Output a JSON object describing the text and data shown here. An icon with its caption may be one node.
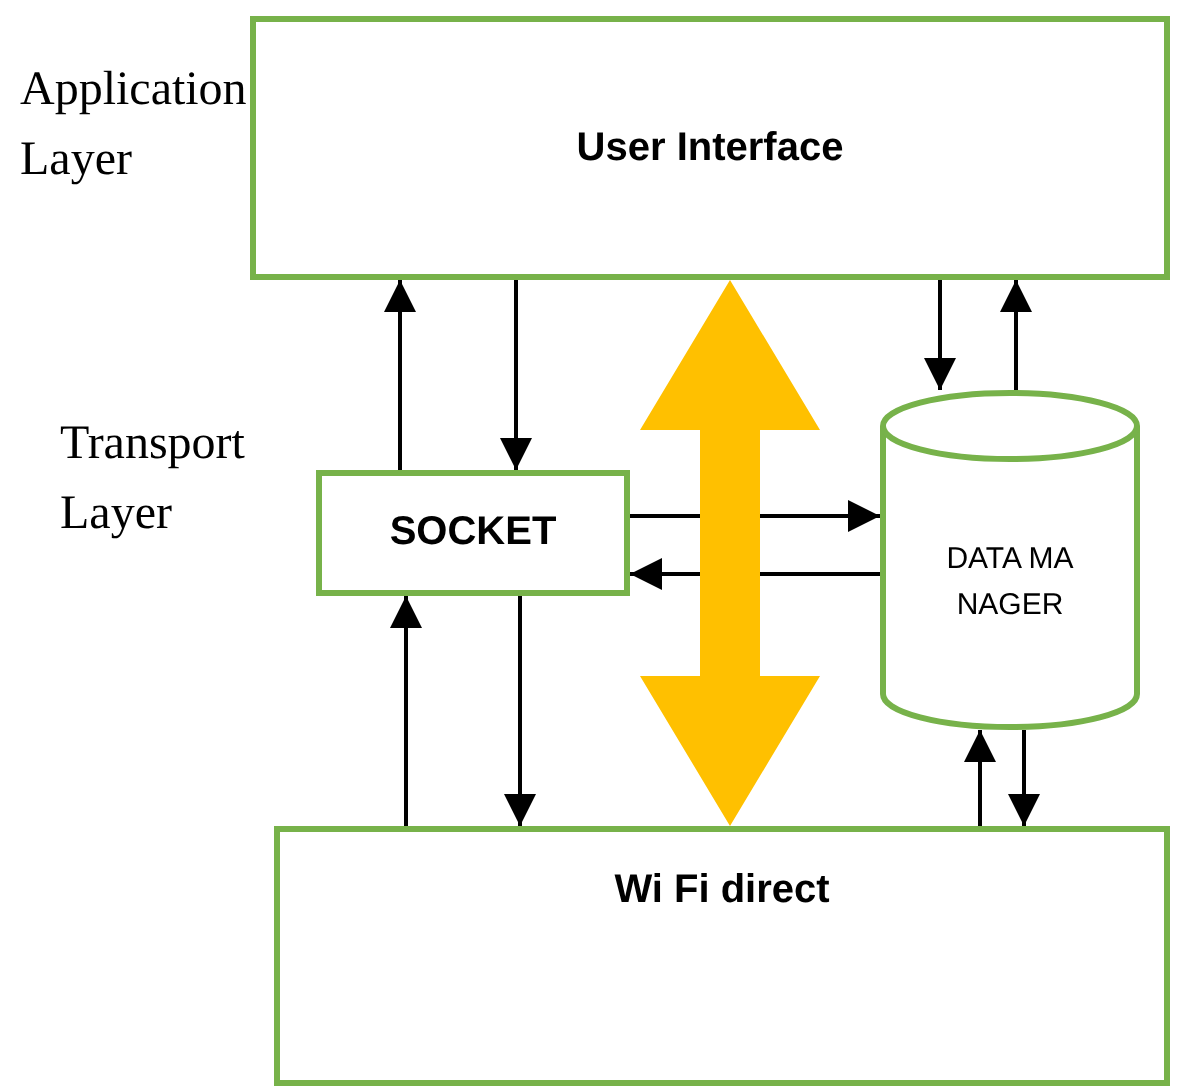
{
  "diagram": {
    "nodes": [
      {
        "text": [
          "User Interface"
        ]
      },
      {
        "text": [
          "SOCKET"
        ]
      },
      {
        "text": [
          "DATA MANAGER"
        ]
      },
      {
        "text": [
          "Wi Fi direct"
        ]
      }
    ],
    "edges": [
      {
        "from": 1,
        "to": 0,
        "arrow": "to"
      },
      {
        "from": 0,
        "to": 1,
        "arrow": "to"
      },
      {
        "from": 0,
        "to": 2,
        "arrow": "to"
      },
      {
        "from": 2,
        "to": 0,
        "arrow": "to"
      },
      {
        "from": 1,
        "to": 2,
        "arrow": "to"
      },
      {
        "from": 2,
        "to": 1,
        "arrow": "to"
      },
      {
        "from": 3,
        "to": 1,
        "arrow": "to"
      },
      {
        "from": 1,
        "to": 3,
        "arrow": "to"
      },
      {
        "from": 3,
        "to": 2,
        "arrow": "to"
      },
      {
        "from": 2,
        "to": 3,
        "arrow": "to"
      },
      {
        "from": 0,
        "to": 3,
        "arrow": "both",
        "style": "thick",
        "color": "#ffc000"
      }
    ],
    "labels": [
      "Application Layer",
      "Transport Layer"
    ]
  }
}
